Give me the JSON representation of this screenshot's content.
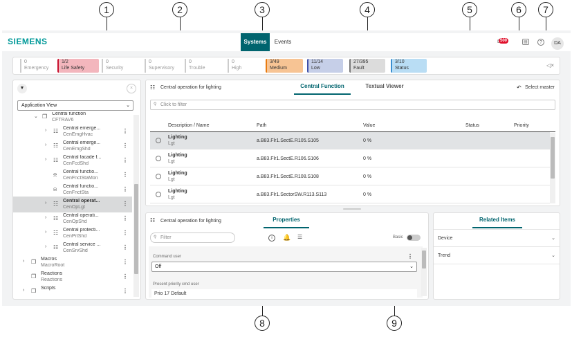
{
  "callouts": [
    "1",
    "2",
    "3",
    "4",
    "5",
    "6",
    "7",
    "8",
    "9"
  ],
  "header": {
    "brand": "SIEMENS",
    "tabs": [
      "Systems",
      "Events"
    ],
    "notification_count": "500",
    "avatar_initials": "DA"
  },
  "summary": [
    {
      "count": "0",
      "label": "Emergency"
    },
    {
      "count": "1/2",
      "label": "Life Safety",
      "color": "#f3b6bd",
      "border": "#c8102e"
    },
    {
      "count": "0",
      "label": "Security"
    },
    {
      "count": "0",
      "label": "Supervisory"
    },
    {
      "count": "0",
      "label": "Trouble"
    },
    {
      "count": "0",
      "label": "High"
    },
    {
      "count": "3/49",
      "label": "Medium",
      "color": "#f7c494",
      "border": "#e87b10"
    },
    {
      "count": "11/14",
      "label": "Low",
      "color": "#c6cfe8",
      "border": "#3f4fa8"
    },
    {
      "count": "27/395",
      "label": "Fault",
      "color": "#dcdcdc",
      "border": "#777777"
    },
    {
      "count": "3/10",
      "label": "Status",
      "color": "#b9ddf4",
      "border": "#3a8fd0"
    }
  ],
  "tree": {
    "view_select": "Application View",
    "items": [
      {
        "l1": "Central function",
        "l2": "CFTRAV6",
        "icon": "folder",
        "exp": "v"
      },
      {
        "l1": "Central emerge...",
        "l2": "CenEmgHvac",
        "icon": "function",
        "exp": ">"
      },
      {
        "l1": "Central emerge...",
        "l2": "CenEmgShd",
        "icon": "function",
        "exp": ">"
      },
      {
        "l1": "Central facade f...",
        "l2": "CenFcdShd",
        "icon": "function",
        "exp": ">"
      },
      {
        "l1": "Central functio...",
        "l2": "CenFnctStaMon",
        "icon": "bell",
        "exp": ""
      },
      {
        "l1": "Central functio...",
        "l2": "CenFnctSta",
        "icon": "bell",
        "exp": ""
      },
      {
        "l1": "Central operat...",
        "l2": "CenOpLgt",
        "icon": "function",
        "exp": ">"
      },
      {
        "l1": "Central operati...",
        "l2": "CenOpShd",
        "icon": "function",
        "exp": ">"
      },
      {
        "l1": "Central protecti...",
        "l2": "CenPrtShd",
        "icon": "function",
        "exp": ">"
      },
      {
        "l1": "Central service ...",
        "l2": "CenSrvShd",
        "icon": "function",
        "exp": ">"
      },
      {
        "l1": "Macros",
        "l2": "MacroRoot",
        "icon": "folder",
        "exp": ">"
      },
      {
        "l1": "Reactions",
        "l2": "Reactions",
        "icon": "folder",
        "exp": ""
      },
      {
        "l1": "Scripts",
        "l2": "",
        "icon": "folder",
        "exp": ">"
      }
    ]
  },
  "central": {
    "title": "Central operation for lighting",
    "tabs": [
      "Central Function",
      "Textual Viewer"
    ],
    "select_master": "Select master",
    "filter_placeholder": "Click to filter",
    "columns": [
      "Description / Name",
      "Path",
      "Value",
      "Status",
      "Priority"
    ],
    "rows": [
      {
        "name": "Lighting",
        "sub": "Lgt",
        "path": "a.B83.Flr1.SectE.R105.S105",
        "value": "0 %"
      },
      {
        "name": "Lighting",
        "sub": "Lgt",
        "path": "a.B83.Flr1.SectE.R106.S106",
        "value": "0 %"
      },
      {
        "name": "Lighting",
        "sub": "Lgt",
        "path": "a.B83.Flr1.SectE.R108.S108",
        "value": "0 %"
      },
      {
        "name": "Lighting",
        "sub": "Lgt",
        "path": "a.B83.Flr1.SectorSW.R113.S113",
        "value": "0 %"
      }
    ]
  },
  "properties": {
    "title": "Central operation for lighting",
    "tab": "Properties",
    "filter_placeholder": "Filter",
    "basic_label": "Basic",
    "command_user_label": "Command user",
    "command_user_value": "Off",
    "present_priority_label": "Present priority cmd user",
    "present_priority_value": "Prio 17 Default"
  },
  "related": {
    "tab": "Related Items",
    "items": [
      "Device",
      "Trend"
    ]
  }
}
